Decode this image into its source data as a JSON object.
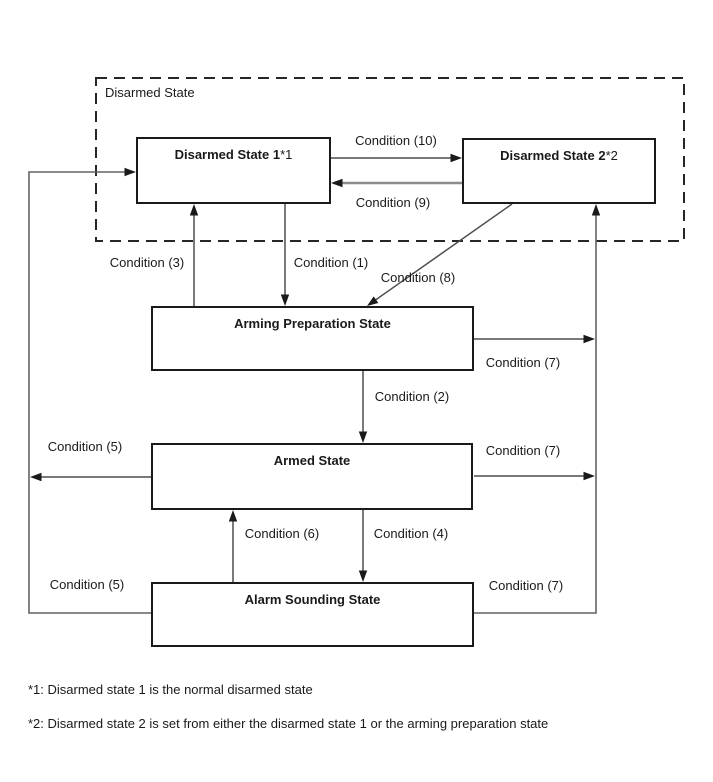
{
  "diagram": {
    "group_label": "Disarmed State",
    "states": [
      {
        "label": "Disarmed State 1",
        "suffix": "*1"
      },
      {
        "label": "Disarmed State 2",
        "suffix": "*2"
      },
      {
        "label": "Arming Preparation State",
        "suffix": ""
      },
      {
        "label": "Armed State",
        "suffix": ""
      },
      {
        "label": "Alarm Sounding State",
        "suffix": ""
      }
    ],
    "condition_labels": [
      {
        "text": "Condition (10)"
      },
      {
        "text": "Condition (9)"
      },
      {
        "text": "Condition (3)"
      },
      {
        "text": "Condition (1)"
      },
      {
        "text": "Condition (8)"
      },
      {
        "text": "Condition (7)"
      },
      {
        "text": "Condition (2)"
      },
      {
        "text": "Condition (7)"
      },
      {
        "text": "Condition (5)"
      },
      {
        "text": "Condition (6)"
      },
      {
        "text": "Condition (4)"
      },
      {
        "text": "Condition (5)"
      },
      {
        "text": "Condition (7)"
      }
    ],
    "transitions": [
      {
        "from": "Disarmed State 1",
        "to": "Disarmed State 2",
        "condition": "Condition (10)"
      },
      {
        "from": "Disarmed State 2",
        "to": "Disarmed State 1",
        "condition": "Condition (9)"
      },
      {
        "from": "Disarmed State 1",
        "to": "Arming Preparation State",
        "condition": "Condition (1)"
      },
      {
        "from": "Arming Preparation State",
        "to": "Disarmed State 1",
        "condition": "Condition (3)"
      },
      {
        "from": "Disarmed State 2",
        "to": "Arming Preparation State",
        "condition": "Condition (8)"
      },
      {
        "from": "Arming Preparation State",
        "to": "Armed State",
        "condition": "Condition (2)"
      },
      {
        "from": "Arming Preparation State",
        "to": "Disarmed State 2",
        "condition": "Condition (7)"
      },
      {
        "from": "Armed State",
        "to": "Disarmed State 1",
        "condition": "Condition (5)"
      },
      {
        "from": "Armed State",
        "to": "Disarmed State 2",
        "condition": "Condition (7)"
      },
      {
        "from": "Armed State",
        "to": "Alarm Sounding State",
        "condition": "Condition (4)"
      },
      {
        "from": "Alarm Sounding State",
        "to": "Armed State",
        "condition": "Condition (6)"
      },
      {
        "from": "Alarm Sounding State",
        "to": "Disarmed State 1",
        "condition": "Condition (5)"
      },
      {
        "from": "Alarm Sounding State",
        "to": "Disarmed State 2",
        "condition": "Condition (7)"
      }
    ],
    "footnotes": [
      "*1: Disarmed state 1 is the normal disarmed state",
      "*2: Disarmed state 2 is set from either the disarmed state 1 or the arming preparation state"
    ],
    "colors": {
      "line": "#4d4d4d",
      "light_line": "#8c8c8c",
      "box_border": "#1a1a1a",
      "text": "#1a1a1a",
      "background": "#ffffff"
    }
  }
}
